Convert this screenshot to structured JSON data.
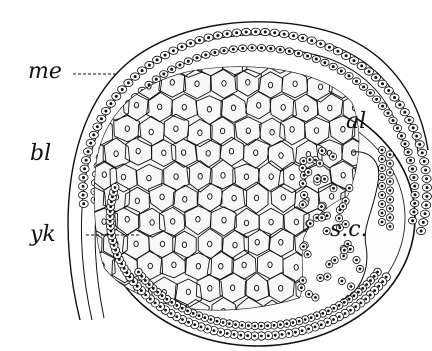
{
  "figure": {
    "labels": {
      "me": "me",
      "al": "al",
      "bl": "bl",
      "yk": "yk",
      "sc": "s.c."
    }
  }
}
